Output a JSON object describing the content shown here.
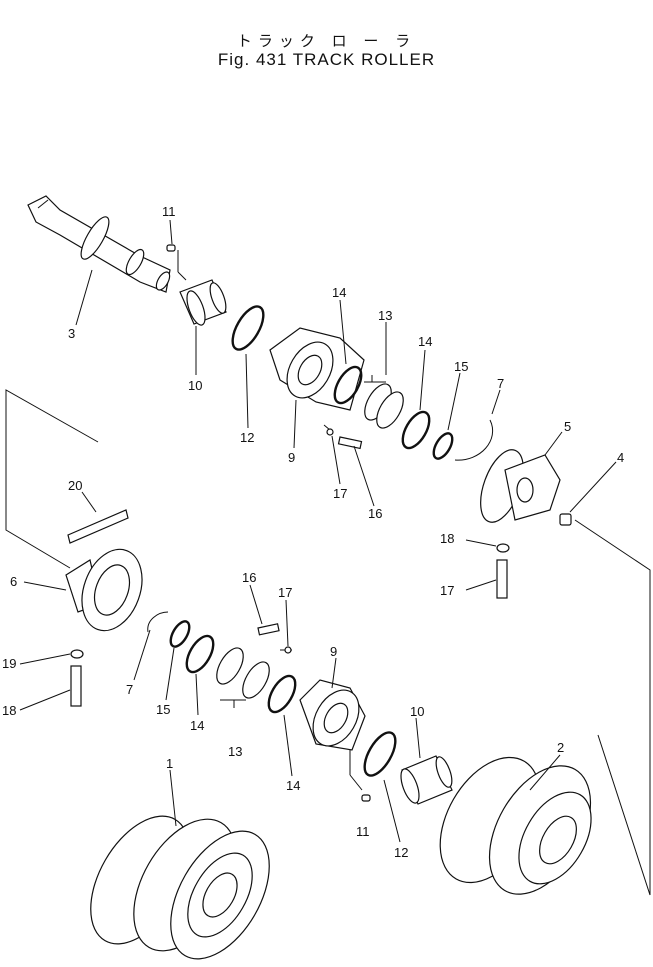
{
  "title": {
    "japanese": "トラック ロ ー ラ",
    "english": "Fig. 431 TRACK ROLLER"
  },
  "callouts": [
    {
      "id": "c3",
      "text": "3"
    },
    {
      "id": "c11a",
      "text": "11"
    },
    {
      "id": "c10a",
      "text": "10"
    },
    {
      "id": "c12a",
      "text": "12"
    },
    {
      "id": "c9a",
      "text": "9"
    },
    {
      "id": "c14a",
      "text": "14"
    },
    {
      "id": "c13a",
      "text": "13"
    },
    {
      "id": "c14b",
      "text": "14"
    },
    {
      "id": "c15a",
      "text": "15"
    },
    {
      "id": "c7a",
      "text": "7"
    },
    {
      "id": "c17a",
      "text": "17"
    },
    {
      "id": "c16a",
      "text": "16"
    },
    {
      "id": "c5",
      "text": "5"
    },
    {
      "id": "c4",
      "text": "4"
    },
    {
      "id": "c18a",
      "text": "18"
    },
    {
      "id": "c17b",
      "text": "17"
    },
    {
      "id": "c20",
      "text": "20"
    },
    {
      "id": "c6",
      "text": "6"
    },
    {
      "id": "c19",
      "text": "19"
    },
    {
      "id": "c18b",
      "text": "18"
    },
    {
      "id": "c7b",
      "text": "7"
    },
    {
      "id": "c15b",
      "text": "15"
    },
    {
      "id": "c14c",
      "text": "14"
    },
    {
      "id": "c13b",
      "text": "13"
    },
    {
      "id": "c16b",
      "text": "16"
    },
    {
      "id": "c17c",
      "text": "17"
    },
    {
      "id": "c14d",
      "text": "14"
    },
    {
      "id": "c9b",
      "text": "9"
    },
    {
      "id": "c10b",
      "text": "10"
    },
    {
      "id": "c11b",
      "text": "11"
    },
    {
      "id": "c12b",
      "text": "12"
    },
    {
      "id": "c1",
      "text": "1"
    },
    {
      "id": "c2",
      "text": "2"
    }
  ]
}
